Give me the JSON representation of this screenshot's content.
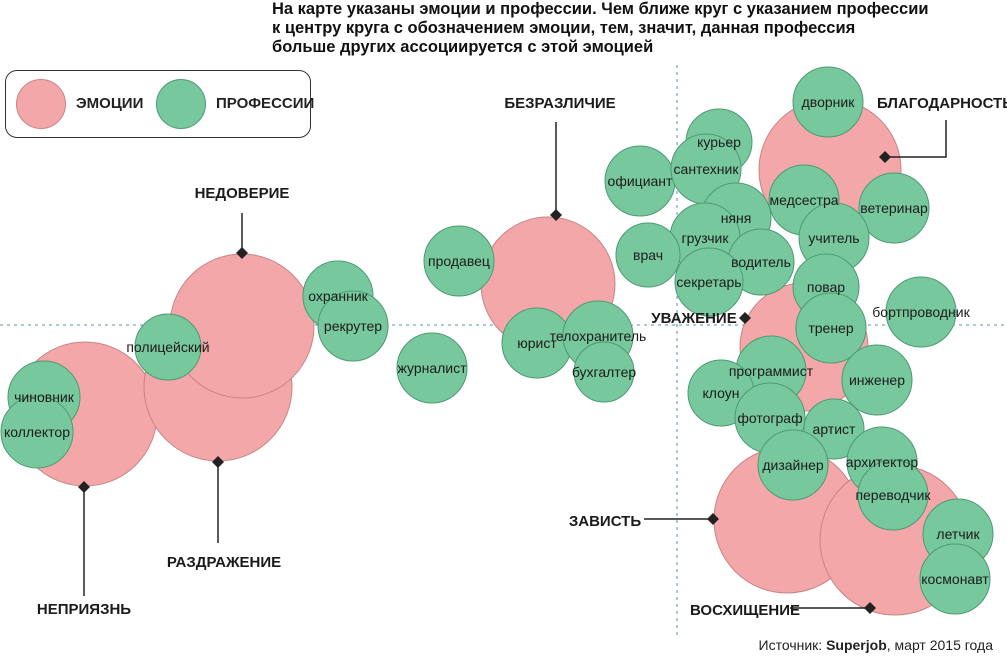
{
  "header": {
    "lines": [
      "На карте указаны эмоции и профессии. Чем ближе круг с указанием профессии",
      "к центру круга с обозначением эмоции, тем, значит, данная профессия",
      "больше других ассоциируется с этой эмоцией"
    ]
  },
  "legend": {
    "emotions_label": "ЭМОЦИИ",
    "professions_label": "ПРОФЕССИИ"
  },
  "colors": {
    "emotion_fill": "#f4a7a8",
    "emotion_stroke": "#c78485",
    "profession_fill": "#78c89d",
    "profession_stroke": "#4c9a73",
    "marker": "#222222",
    "axis": "#5a8fb0"
  },
  "emotions": [
    {
      "id": "nepriyazn",
      "label": "НЕПРИЯЗНЬ"
    },
    {
      "id": "razdrazhenie",
      "label": "РАЗДРАЖЕНИЕ"
    },
    {
      "id": "nedoverie",
      "label": "НЕДОВЕРИЕ"
    },
    {
      "id": "bezrazlichie",
      "label": "БЕЗРАЗЛИЧИЕ"
    },
    {
      "id": "blagodarnost",
      "label": "БЛАГОДАРНОСТЬ"
    },
    {
      "id": "uvazhenie",
      "label": "УВАЖЕНИЕ"
    },
    {
      "id": "zavist",
      "label": "ЗАВИСТЬ"
    },
    {
      "id": "voskhishchenie",
      "label": "ВОСХИЩЕНИЕ"
    }
  ],
  "professions": [
    {
      "id": "chinovnik",
      "label": "чиновник"
    },
    {
      "id": "kollektor",
      "label": "коллектор"
    },
    {
      "id": "policeyskiy",
      "label": "полицейский"
    },
    {
      "id": "okhrannik",
      "label": "охранник"
    },
    {
      "id": "rekruter",
      "label": "рекрутер"
    },
    {
      "id": "zhurnalist",
      "label": "журналист"
    },
    {
      "id": "prodavec",
      "label": "продавец"
    },
    {
      "id": "yurist",
      "label": "юрист"
    },
    {
      "id": "telokhranitel",
      "label": "телохранитель"
    },
    {
      "id": "bukhgalter",
      "label": "бухгалтер"
    },
    {
      "id": "oficiant",
      "label": "официант"
    },
    {
      "id": "kurer",
      "label": "курьер"
    },
    {
      "id": "santekhnik",
      "label": "сантехник"
    },
    {
      "id": "nyanya",
      "label": "няня"
    },
    {
      "id": "gruzchik",
      "label": "грузчик"
    },
    {
      "id": "vrach",
      "label": "врач"
    },
    {
      "id": "voditel",
      "label": "водитель"
    },
    {
      "id": "sekretar",
      "label": "секретарь"
    },
    {
      "id": "dvornik",
      "label": "дворник"
    },
    {
      "id": "medsestra",
      "label": "медсестра"
    },
    {
      "id": "veterinar",
      "label": "ветеринар"
    },
    {
      "id": "uchitel",
      "label": "учитель"
    },
    {
      "id": "povar",
      "label": "повар"
    },
    {
      "id": "bortprovodnik",
      "label": "бортпроводник"
    },
    {
      "id": "trener",
      "label": "тренер"
    },
    {
      "id": "programmist",
      "label": "программист"
    },
    {
      "id": "inzhener",
      "label": "инженер"
    },
    {
      "id": "kloun",
      "label": "клоун"
    },
    {
      "id": "fotograf",
      "label": "фотограф"
    },
    {
      "id": "artist",
      "label": "артист"
    },
    {
      "id": "dizayner",
      "label": "дизайнер"
    },
    {
      "id": "arkhitektor",
      "label": "архитектор"
    },
    {
      "id": "perevodchik",
      "label": "переводчик"
    },
    {
      "id": "letchik",
      "label": "летчик"
    },
    {
      "id": "kosmonavt",
      "label": "космонавт"
    }
  ],
  "source": {
    "prefix": "Источник: ",
    "brand": "Superjob",
    "suffix": ", март 2015 года"
  }
}
